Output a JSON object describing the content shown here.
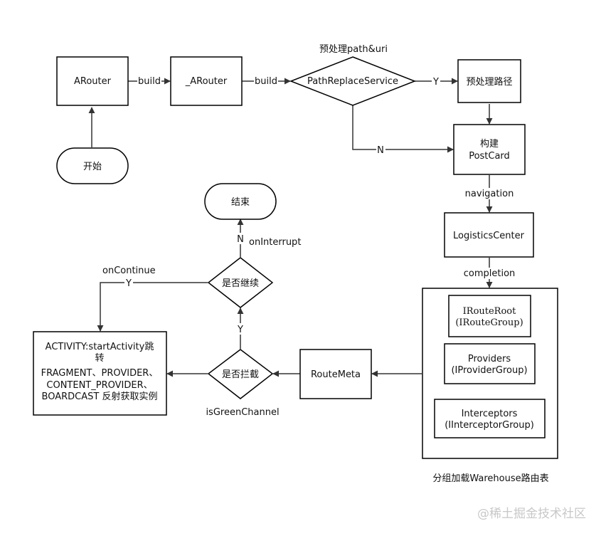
{
  "nodes": {
    "arouter": "ARouter",
    "arouter_inner": "_ARouter",
    "path_replace": "PathReplaceService",
    "preprocess_path": "预处理路径",
    "build_postcard_line1": "构建",
    "build_postcard_line2": "PostCard",
    "logistics_center": "LogisticsCenter",
    "start": "开始",
    "end": "结束",
    "is_continue": "是否继续",
    "is_intercept": "是否拦截",
    "route_meta": "RouteMeta",
    "iroute_root_line1": "IRouteRoot",
    "iroute_root_line2": "(IRouteGroup)",
    "providers_line1": "Providers",
    "providers_line2": "(IProviderGroup)",
    "interceptors_line1": "Interceptors",
    "interceptors_line2": "(IInterceptorGroup)",
    "activity_line1": "ACTIVITY:startActivity跳",
    "activity_line2": "转",
    "activity_line3": "FRAGMENT、PROVIDER、",
    "activity_line4": "CONTENT_PROVIDER、",
    "activity_line5": "BOARDCAST 反射获取实例"
  },
  "edge_labels": {
    "build_1": "build",
    "build_2": "build",
    "yes_preprocess": "Y",
    "no_postcard": "N",
    "navigation": "navigation",
    "completion": "completion",
    "continue_yes": "Y",
    "intercept_yes": "Y",
    "interrupt_no": "N"
  },
  "annotations": {
    "preprocess_uri": "预处理path&uri",
    "on_interrupt": "onInterrupt",
    "on_continue": "onContinue",
    "is_green_channel": "isGreenChannel",
    "warehouse": "分组加载Warehouse路由表"
  },
  "watermark": "@稀土掘金技术社区"
}
